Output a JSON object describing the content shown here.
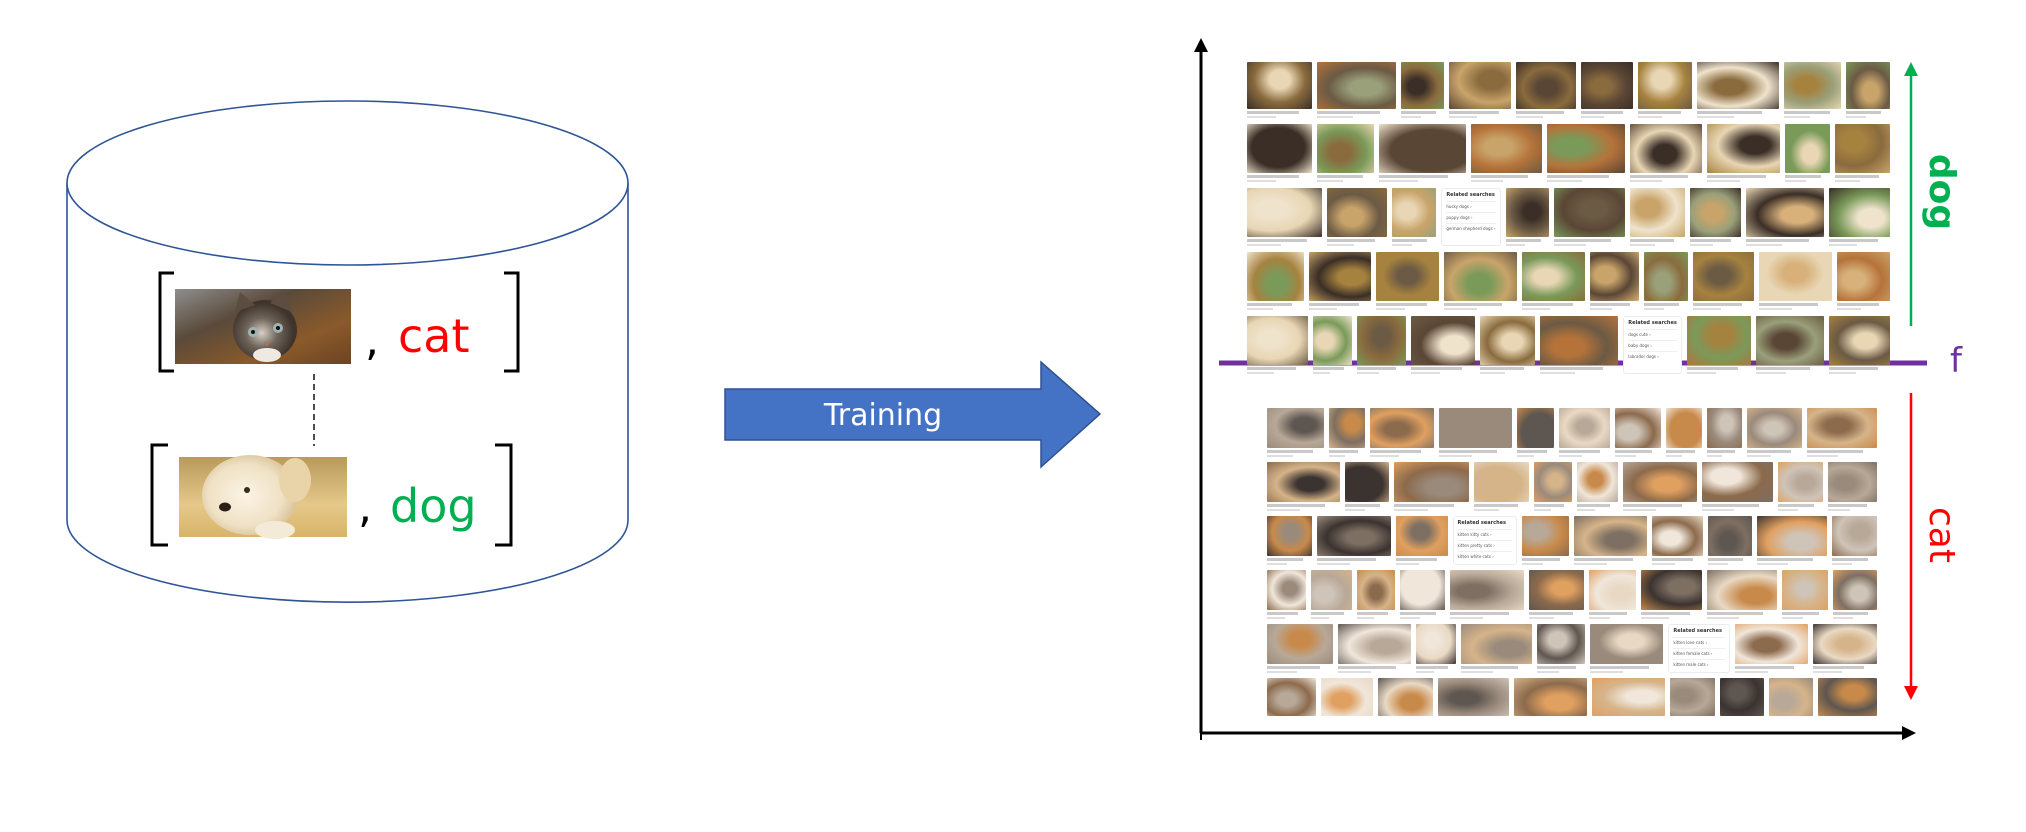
{
  "database": {
    "shape": "cylinder",
    "stroke_color": "#2f5597",
    "samples": [
      {
        "image_label": "kitten-photo",
        "separator": ",",
        "label": "cat",
        "label_color": "#ff0000"
      },
      {
        "image_label": "puppy-photo",
        "separator": ",",
        "label": "dog",
        "label_color": "#00b050"
      }
    ]
  },
  "training_arrow": {
    "label": "Training",
    "fill_color": "#4472c4",
    "text_color": "#ffffff"
  },
  "feature_space": {
    "boundary_label": "f",
    "boundary_color": "#7030a0",
    "classes": [
      {
        "name": "dog",
        "color": "#00b050",
        "direction": "up",
        "gallery_rows": 5,
        "related_searches": {
          "title": "Related searches",
          "items": [
            "husky dogs",
            "puppy dogs",
            "german shepherd dogs"
          ]
        },
        "related_searches_2": {
          "title": "Related searches",
          "items": [
            "dogs cute",
            "baby dogs",
            "labrador dogs"
          ]
        }
      },
      {
        "name": "cat",
        "color": "#ff0000",
        "direction": "down",
        "gallery_rows": 6,
        "related_searches": {
          "title": "Related searches",
          "items": [
            "kitten kitty cats",
            "kitten pretty cats",
            "kitten white cats"
          ]
        },
        "related_searches_2": {
          "title": "Related searches",
          "items": [
            "kitten love cats",
            "kitten female cats",
            "kitten male cats"
          ]
        }
      }
    ]
  }
}
